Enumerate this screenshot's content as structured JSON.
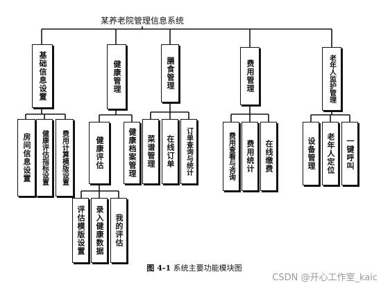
{
  "root": "某养老院管理信息系统",
  "modules": [
    {
      "label": "基础信息设置",
      "children": [
        "房间信息设置",
        "健康评估指标设置",
        "费用计算模版设置"
      ]
    },
    {
      "label": "健康管理",
      "children": [
        {
          "label": "健康评估",
          "children": [
            "评估模版设置",
            "录入健康数据",
            "我的评估"
          ]
        },
        "健康档案管理"
      ]
    },
    {
      "label": "膳食管理",
      "children": [
        "菜谱管理",
        "在线订单",
        "订单查询与统计"
      ]
    },
    {
      "label": "费用管理",
      "children": [
        "费用查看与咨询",
        "费用统计",
        "在线缴费"
      ]
    },
    {
      "label": "老年人监护管理",
      "children": [
        "设备管理",
        "老年人定位",
        "一键呼叫"
      ]
    }
  ],
  "caption": {
    "number": "图 4-1",
    "text": "系统主要功能模块图"
  },
  "watermark": "CSDN @开心工作室_kaic"
}
